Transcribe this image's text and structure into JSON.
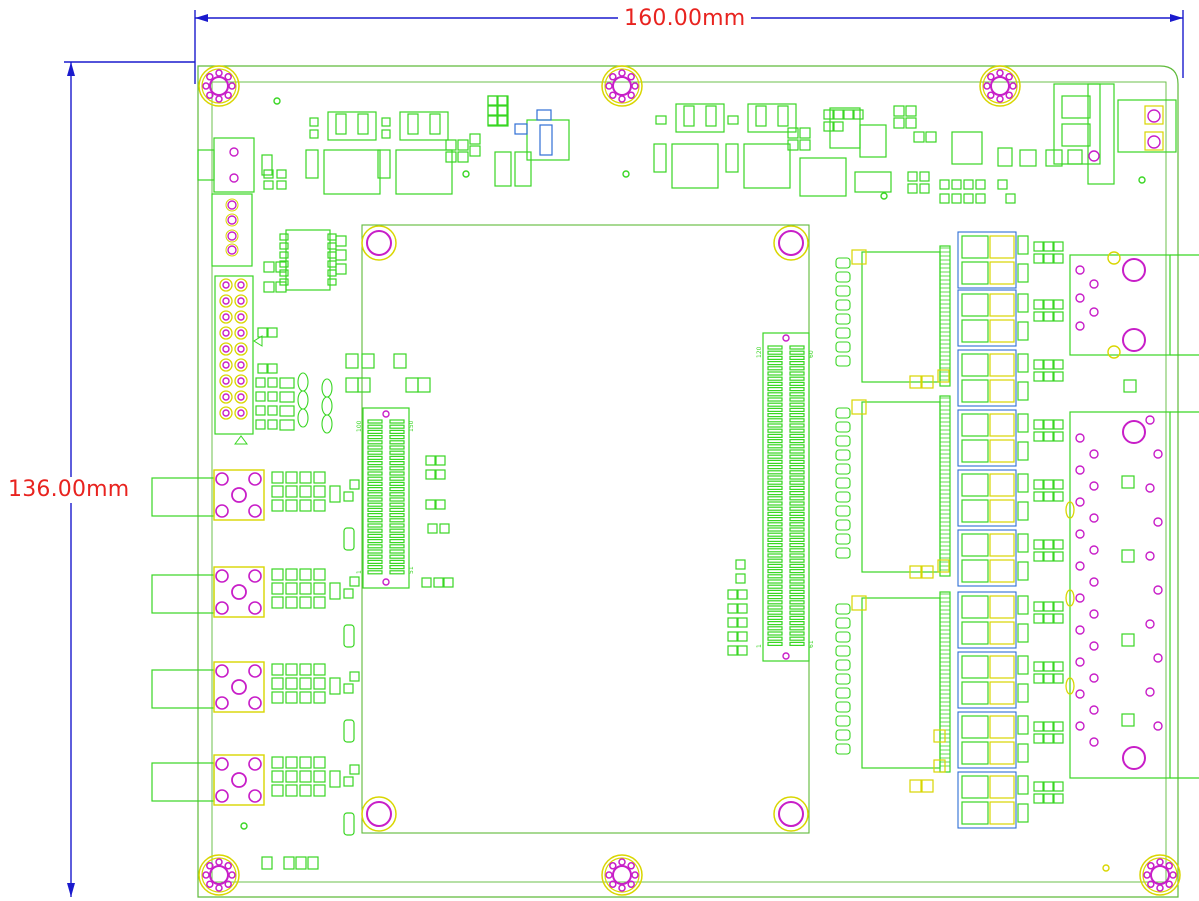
{
  "dimensions": {
    "width_label": "160.00mm",
    "height_label": "136.00mm"
  },
  "colors": {
    "background": "#ffffff",
    "dimension_line": "#1a1acd",
    "dimension_text": "#e8231f",
    "outline": "#5fba3a",
    "component": "#39d623",
    "pad_ring": "#d9d600",
    "drill": "#c81ec8",
    "highlight": "#2f6fd6"
  },
  "board": {
    "mounting_holes": 6,
    "module_mount_holes": 4,
    "rf_connectors": 4,
    "rj45_ports": 2,
    "left_pin_header_rows": 9,
    "connector_labels": [
      "100",
      "150",
      "1",
      "51",
      "120",
      "60",
      "1",
      "61"
    ]
  }
}
